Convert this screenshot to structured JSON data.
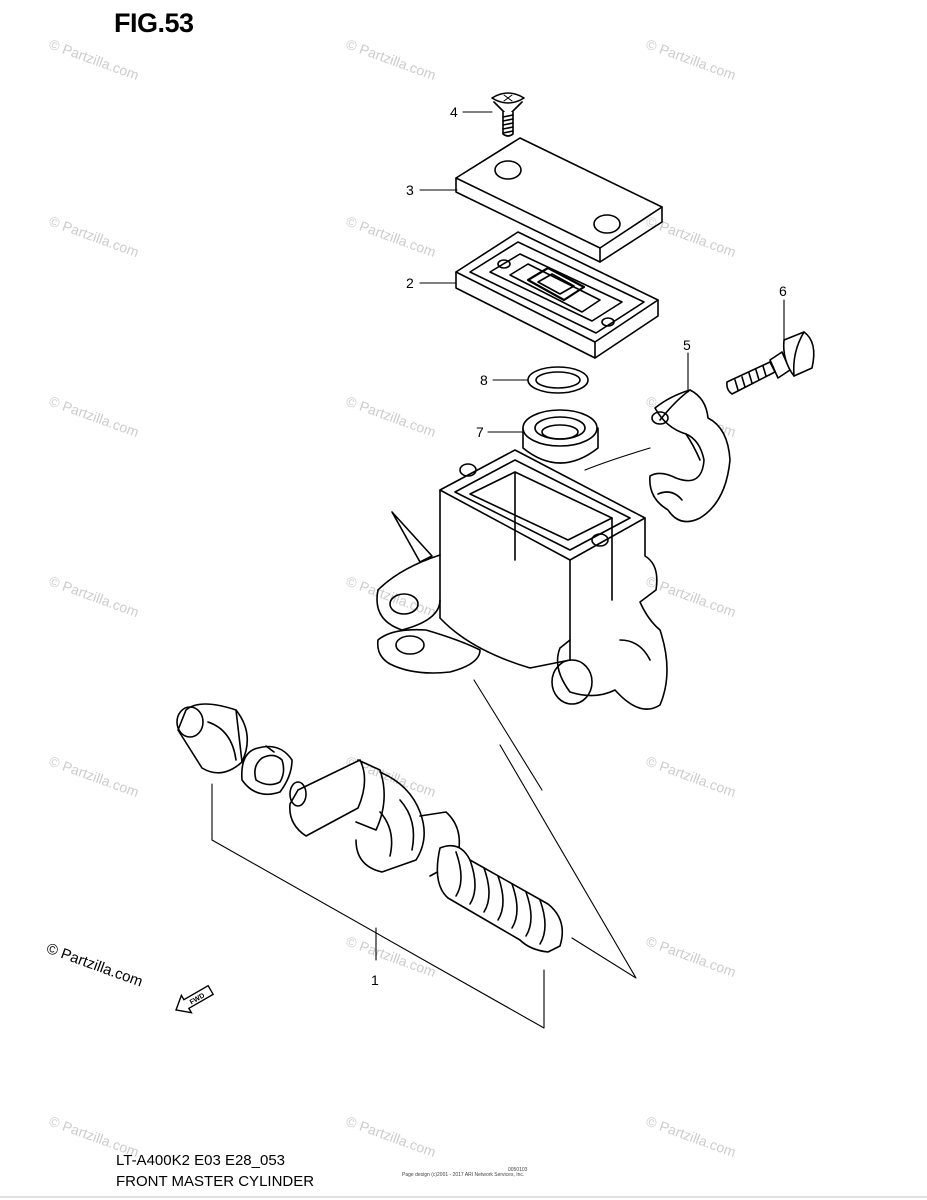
{
  "figure": {
    "title": "FIG.53"
  },
  "callouts": [
    {
      "id": "1",
      "label": "1"
    },
    {
      "id": "2",
      "label": "2"
    },
    {
      "id": "3",
      "label": "3"
    },
    {
      "id": "4",
      "label": "4"
    },
    {
      "id": "5",
      "label": "5"
    },
    {
      "id": "6",
      "label": "6"
    },
    {
      "id": "7",
      "label": "7"
    },
    {
      "id": "8",
      "label": "8"
    }
  ],
  "watermark": {
    "text": "© Partzilla.com"
  },
  "copyright_label": "© Partzilla.com",
  "fwd_badge": "FWD",
  "footer": {
    "code": "LT-A400K2 E03 E28_053",
    "name": "FRONT MASTER CYLINDER",
    "fine_print": "Page design (c)2001 - 2017 ARI Network Services, Inc.",
    "fine_code": "0050103"
  }
}
